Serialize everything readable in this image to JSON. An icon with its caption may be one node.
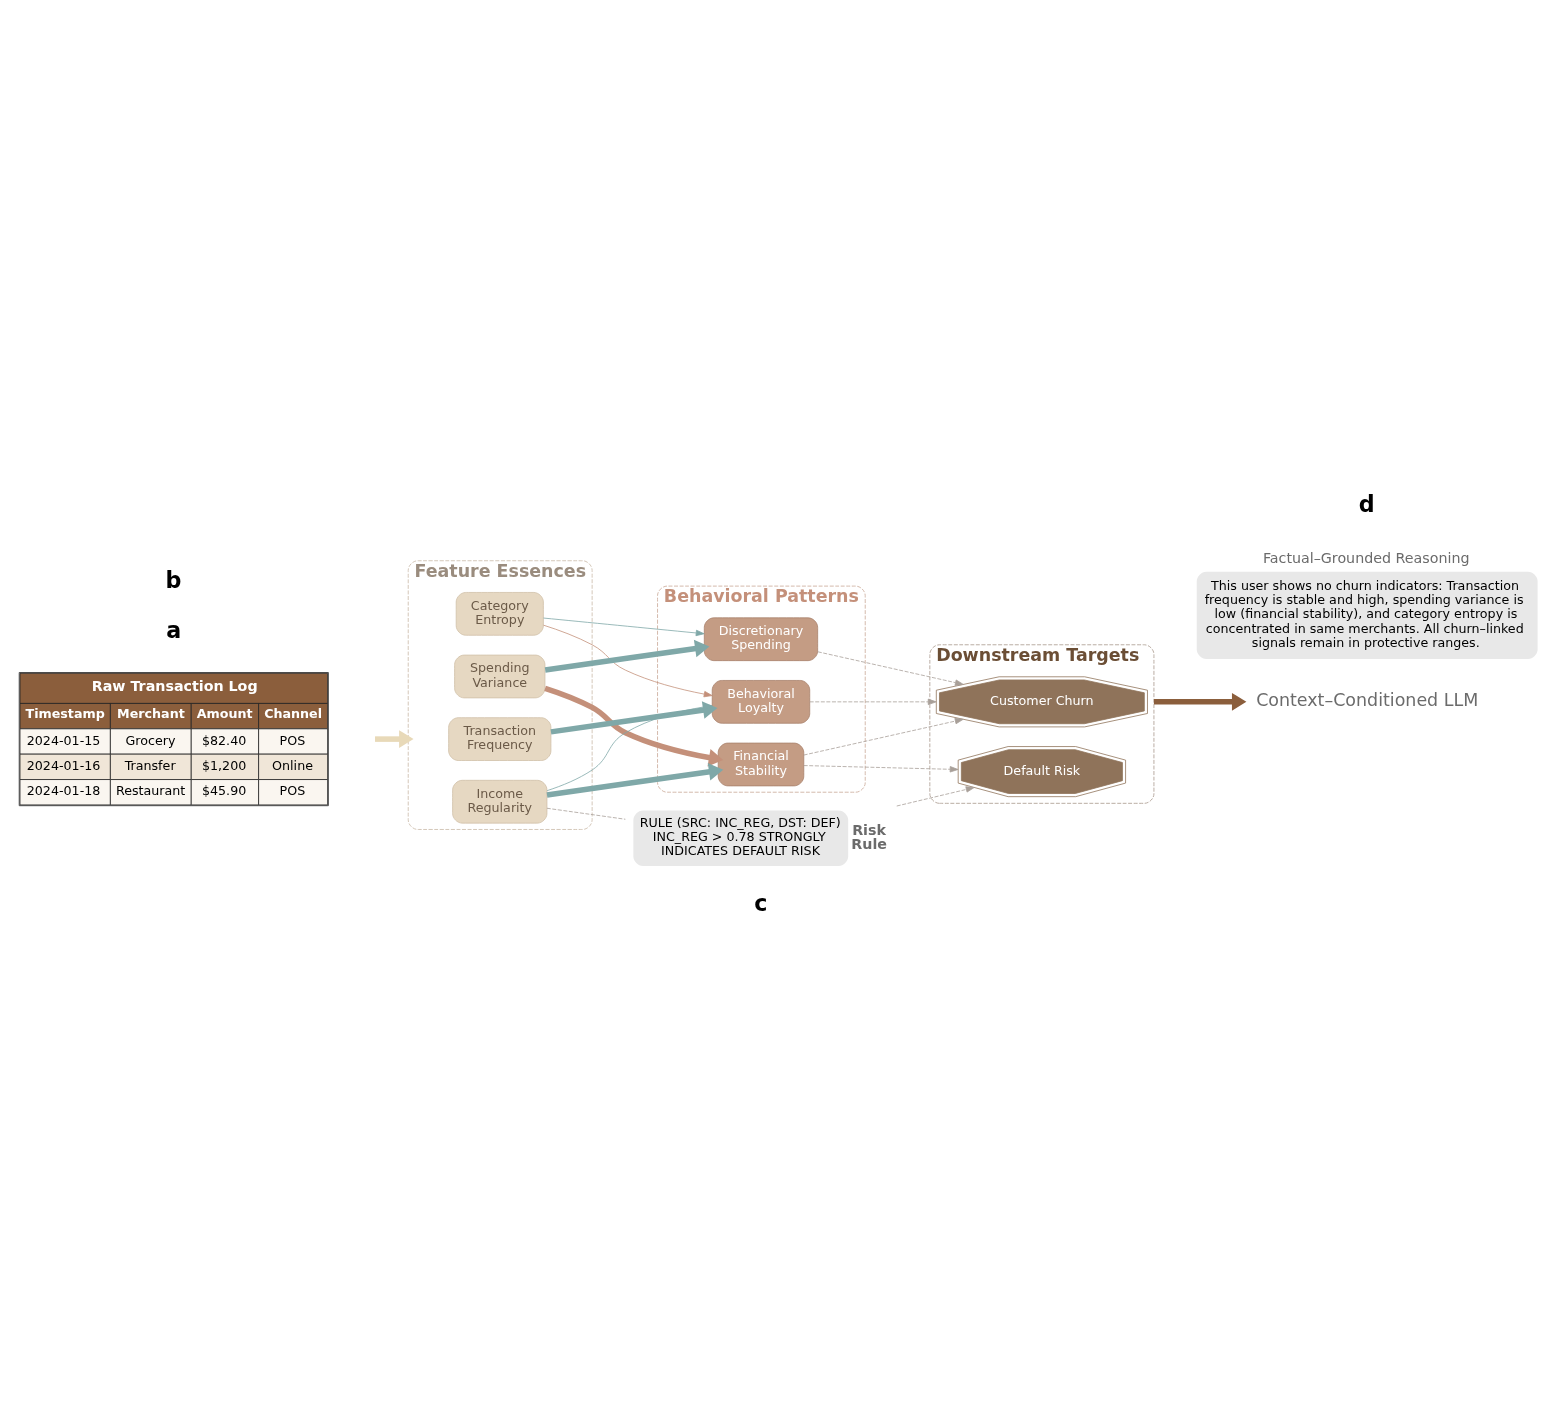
{
  "diagram": {
    "nodes": [
      {
        "text": [
          "Feature Essences"
        ]
      },
      {
        "text": [
          "Category Entropy"
        ],
        "in": 0
      },
      {
        "text": [
          "Spending Variance"
        ],
        "in": 0
      },
      {
        "text": [
          "Transaction Frequency"
        ],
        "in": 0
      },
      {
        "text": [
          "Income Regularity"
        ],
        "in": 0
      },
      {
        "text": [
          "Behavioral Patterns"
        ]
      },
      {
        "text": [
          "Discretionary Spending"
        ],
        "in": 5
      },
      {
        "text": [
          "Behavioral Loyalty"
        ],
        "in": 5
      },
      {
        "text": [
          "Financial Stability"
        ],
        "in": 5
      },
      {
        "text": [
          "Downstream Targets"
        ]
      },
      {
        "text": [
          "Customer Churn"
        ],
        "in": 9
      },
      {
        "text": [
          "Default Risk"
        ],
        "in": 9
      },
      {
        "text": [
          "Context–Conditioned LLM"
        ]
      },
      {
        "text": [
          "RULE (SRC: INC_REG, DST: DEF) INC_REG > 0.78 STRONGLY INDICATES DEFAULT RISK"
        ],
        "beside": [
          "Risk Rule"
        ]
      },
      {
        "text": [
          "Factual–Grounded Reasoning",
          "This user shows no churn indicators: Transaction frequency is stable and high, spending variance is low (financial stability), and category entropy is concentrated in same merchants. All churn–linked signals remain in protective ranges."
        ]
      }
    ],
    "edges": [
      {
        "from": 1,
        "to": 6,
        "arrow": "to",
        "color": "#7fa8a8"
      },
      {
        "from": 1,
        "to": 7,
        "arrow": "to",
        "color": "#c4907a"
      },
      {
        "from": 2,
        "to": 6,
        "arrow": "to",
        "color": "#7fa8a8",
        "style": "thick"
      },
      {
        "from": 2,
        "to": 8,
        "arrow": "to",
        "color": "#c4907a",
        "style": "thick"
      },
      {
        "from": 3,
        "to": 7,
        "arrow": "to",
        "color": "#7fa8a8",
        "style": "thick"
      },
      {
        "from": 4,
        "to": 7,
        "arrow": "to",
        "color": "#7fa8a8"
      },
      {
        "from": 4,
        "to": 8,
        "arrow": "to",
        "color": "#7fa8a8",
        "style": "thick"
      },
      {
        "from": 6,
        "to": 10,
        "arrow": "to",
        "style": "dashed"
      },
      {
        "from": 7,
        "to": 10,
        "arrow": "to",
        "style": "dashed"
      },
      {
        "from": 8,
        "to": 10,
        "arrow": "to",
        "style": "dashed"
      },
      {
        "from": 8,
        "to": 11,
        "arrow": "to",
        "style": "dashed"
      },
      {
        "from": 4,
        "to": 13,
        "arrow": "none",
        "style": "dashed"
      },
      {
        "from": 13,
        "to": 11,
        "arrow": "to",
        "style": "dashed"
      },
      {
        "from": 9,
        "to": 12,
        "arrow": "to",
        "style": "thick",
        "color": "#8b5e3c"
      },
      {
        "from": null,
        "to": 0,
        "arrow": "to",
        "style": "thick",
        "color": "#e8d9b8"
      }
    ],
    "labels": [
      "a",
      "b",
      "c",
      "d",
      "Raw Transaction Log",
      "Timestamp",
      "Merchant",
      "Amount",
      "Channel",
      "2024-01-15",
      "Grocery",
      "$82.40",
      "POS",
      "2024-01-16",
      "Transfer",
      "$1,200",
      "Online",
      "2024-01-18",
      "Restaurant",
      "$45.90",
      "POS"
    ]
  }
}
